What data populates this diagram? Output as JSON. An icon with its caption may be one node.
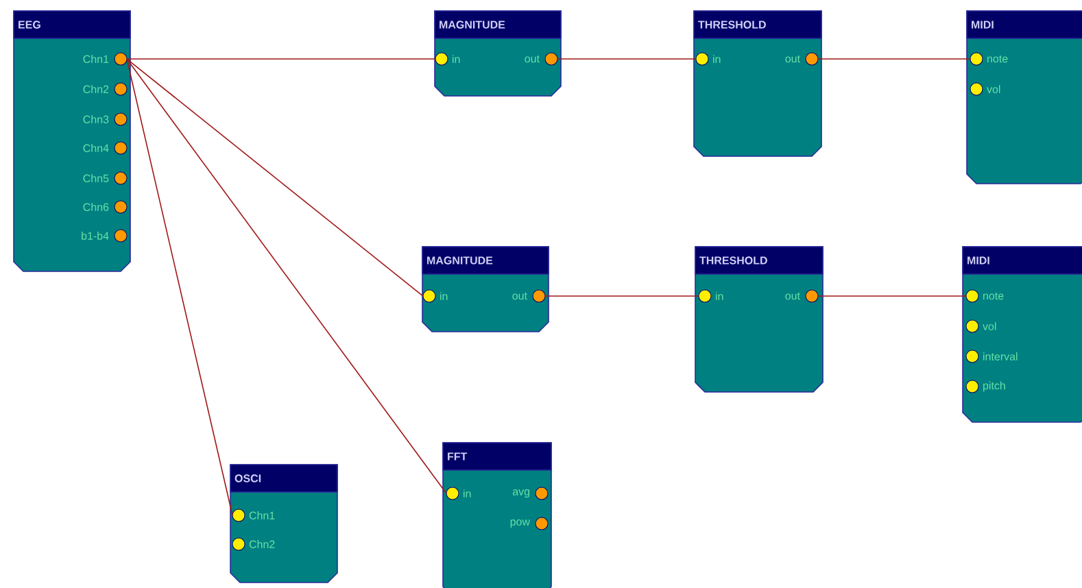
{
  "diagram": {
    "nodes": [
      {
        "text": [
          "EEG"
        ]
      },
      {
        "text": [
          "Chn1"
        ],
        "in": 0
      },
      {
        "text": [
          "Chn2"
        ],
        "in": 0
      },
      {
        "text": [
          "Chn3"
        ],
        "in": 0
      },
      {
        "text": [
          "Chn4"
        ],
        "in": 0
      },
      {
        "text": [
          "Chn5"
        ],
        "in": 0
      },
      {
        "text": [
          "Chn6"
        ],
        "in": 0
      },
      {
        "text": [
          "b1-b4"
        ],
        "in": 0
      },
      {
        "text": [
          "MAGNITUDE"
        ]
      },
      {
        "text": [
          "in"
        ],
        "in": 8
      },
      {
        "text": [
          "out"
        ],
        "in": 8
      },
      {
        "text": [
          "THRESHOLD"
        ]
      },
      {
        "text": [
          "in"
        ],
        "in": 11
      },
      {
        "text": [
          "out"
        ],
        "in": 11
      },
      {
        "text": [
          "MIDI"
        ]
      },
      {
        "text": [
          "note"
        ],
        "in": 14
      },
      {
        "text": [
          "vol"
        ],
        "in": 14
      },
      {
        "text": [
          "MAGNITUDE"
        ]
      },
      {
        "text": [
          "in"
        ],
        "in": 17
      },
      {
        "text": [
          "out"
        ],
        "in": 17
      },
      {
        "text": [
          "THRESHOLD"
        ]
      },
      {
        "text": [
          "in"
        ],
        "in": 20
      },
      {
        "text": [
          "out"
        ],
        "in": 20
      },
      {
        "text": [
          "MIDI"
        ]
      },
      {
        "text": [
          "note"
        ],
        "in": 23
      },
      {
        "text": [
          "vol"
        ],
        "in": 23
      },
      {
        "text": [
          "interval"
        ],
        "in": 23
      },
      {
        "text": [
          "pitch"
        ],
        "in": 23
      },
      {
        "text": [
          "OSCI"
        ]
      },
      {
        "text": [
          "Chn1"
        ],
        "in": 28
      },
      {
        "text": [
          "Chn2"
        ],
        "in": 28
      },
      {
        "text": [
          "FFT"
        ]
      },
      {
        "text": [
          "in"
        ],
        "in": 31
      },
      {
        "text": [
          "avg"
        ],
        "in": 31
      },
      {
        "text": [
          "pow"
        ],
        "in": 31
      }
    ],
    "edges": [
      {
        "from": 1,
        "to": 9,
        "arrow": "none"
      },
      {
        "from": 10,
        "to": 12,
        "arrow": "none"
      },
      {
        "from": 13,
        "to": 15,
        "arrow": "none"
      },
      {
        "from": 1,
        "to": 18,
        "arrow": "none"
      },
      {
        "from": 19,
        "to": 21,
        "arrow": "none"
      },
      {
        "from": 22,
        "to": 24,
        "arrow": "none"
      },
      {
        "from": 1,
        "to": 29,
        "arrow": "none"
      },
      {
        "from": 1,
        "to": 32,
        "arrow": "none"
      }
    ]
  }
}
